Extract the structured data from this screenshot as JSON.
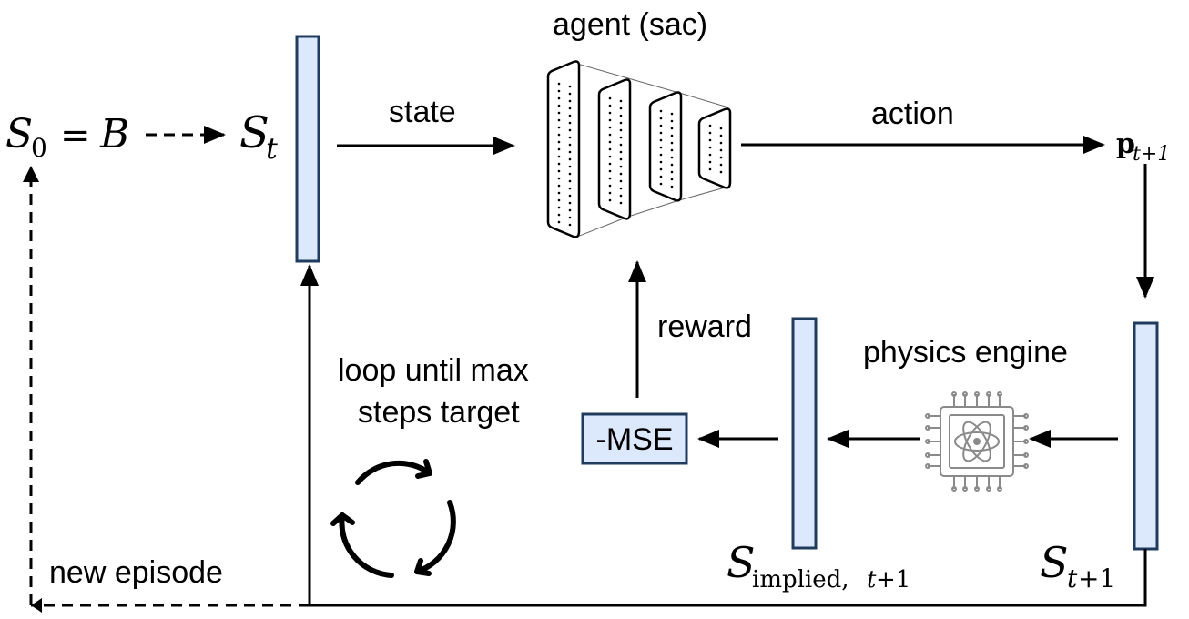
{
  "labels": {
    "initial_state": {
      "lhs": "S",
      "lhs_sub": "0",
      "eq": "=",
      "rhs": "B"
    },
    "current_state": {
      "main": "S",
      "sub": "t"
    },
    "agent_title": "agent (sac)",
    "state_arrow": "state",
    "action_arrow": "action",
    "policy_output": {
      "main": "p",
      "sub": "t+1"
    },
    "reward_arrow": "reward",
    "physics_engine": "physics engine",
    "mse_box": "-MSE",
    "implied_state": {
      "main": "S",
      "sub": "implied,",
      "sub_italic": "t",
      "sub_rest": "+1"
    },
    "next_state": {
      "main": "S",
      "sub_italic": "t",
      "sub_rest": "+1"
    },
    "loop_text_line1": "loop until max",
    "loop_text_line2": "steps target",
    "new_episode": "new episode"
  },
  "colors": {
    "state_bar_fill": "#dce8fb",
    "state_bar_stroke": "#1f3b5e",
    "mse_fill": "#dce8fb",
    "mse_stroke": "#1f3b5e",
    "line": "#000000",
    "chip": "#8a8a8a"
  },
  "icons": [
    "neural-network-icon",
    "chip-atom-icon",
    "cycle-arrows-icon"
  ]
}
